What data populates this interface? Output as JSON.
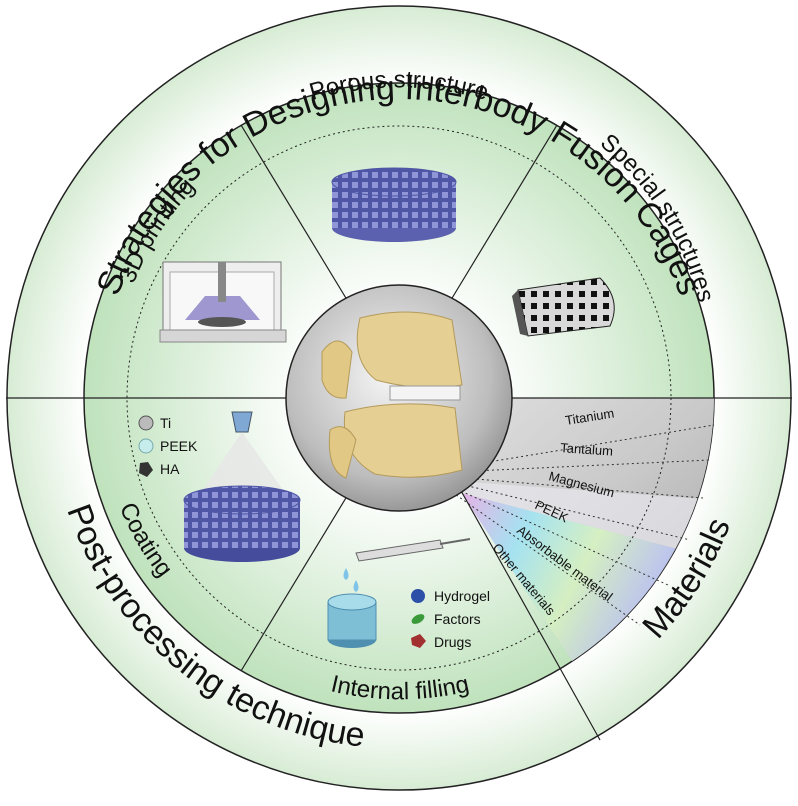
{
  "outer_ring": {
    "top_title": "Strategies for Designing Interbody Fusion Cages",
    "bottom_title": "Post-processing technique",
    "right_title": "Materials"
  },
  "sectors": {
    "porous": "Porous structure",
    "special": "Special structures",
    "printing": "3D printing",
    "coating": "Coating",
    "filling": "Internal filling"
  },
  "coating_legend": [
    "Ti",
    "PEEK",
    "HA"
  ],
  "filling_legend": [
    "Hydrogel",
    "Factors",
    "Drugs"
  ],
  "materials_list": [
    "Titanium",
    "Tantalum",
    "Magnesium",
    "PEEK",
    "Absorbable material",
    "Other materials"
  ],
  "colors": {
    "ring_green": "#cfe8cc",
    "sector_green": "#d6edd3",
    "lattice_blue": "#7a7fc4",
    "bone": "#e8d39a",
    "divider": "#222222"
  },
  "icons": {
    "porous": "porous-lattice-cylinder",
    "special": "special-structure-block",
    "printing": "3d-printer",
    "coating": "spray-coated-lattice",
    "filling": "filled-cylinder-with-syringe",
    "center": "vertebrae-with-cage"
  }
}
